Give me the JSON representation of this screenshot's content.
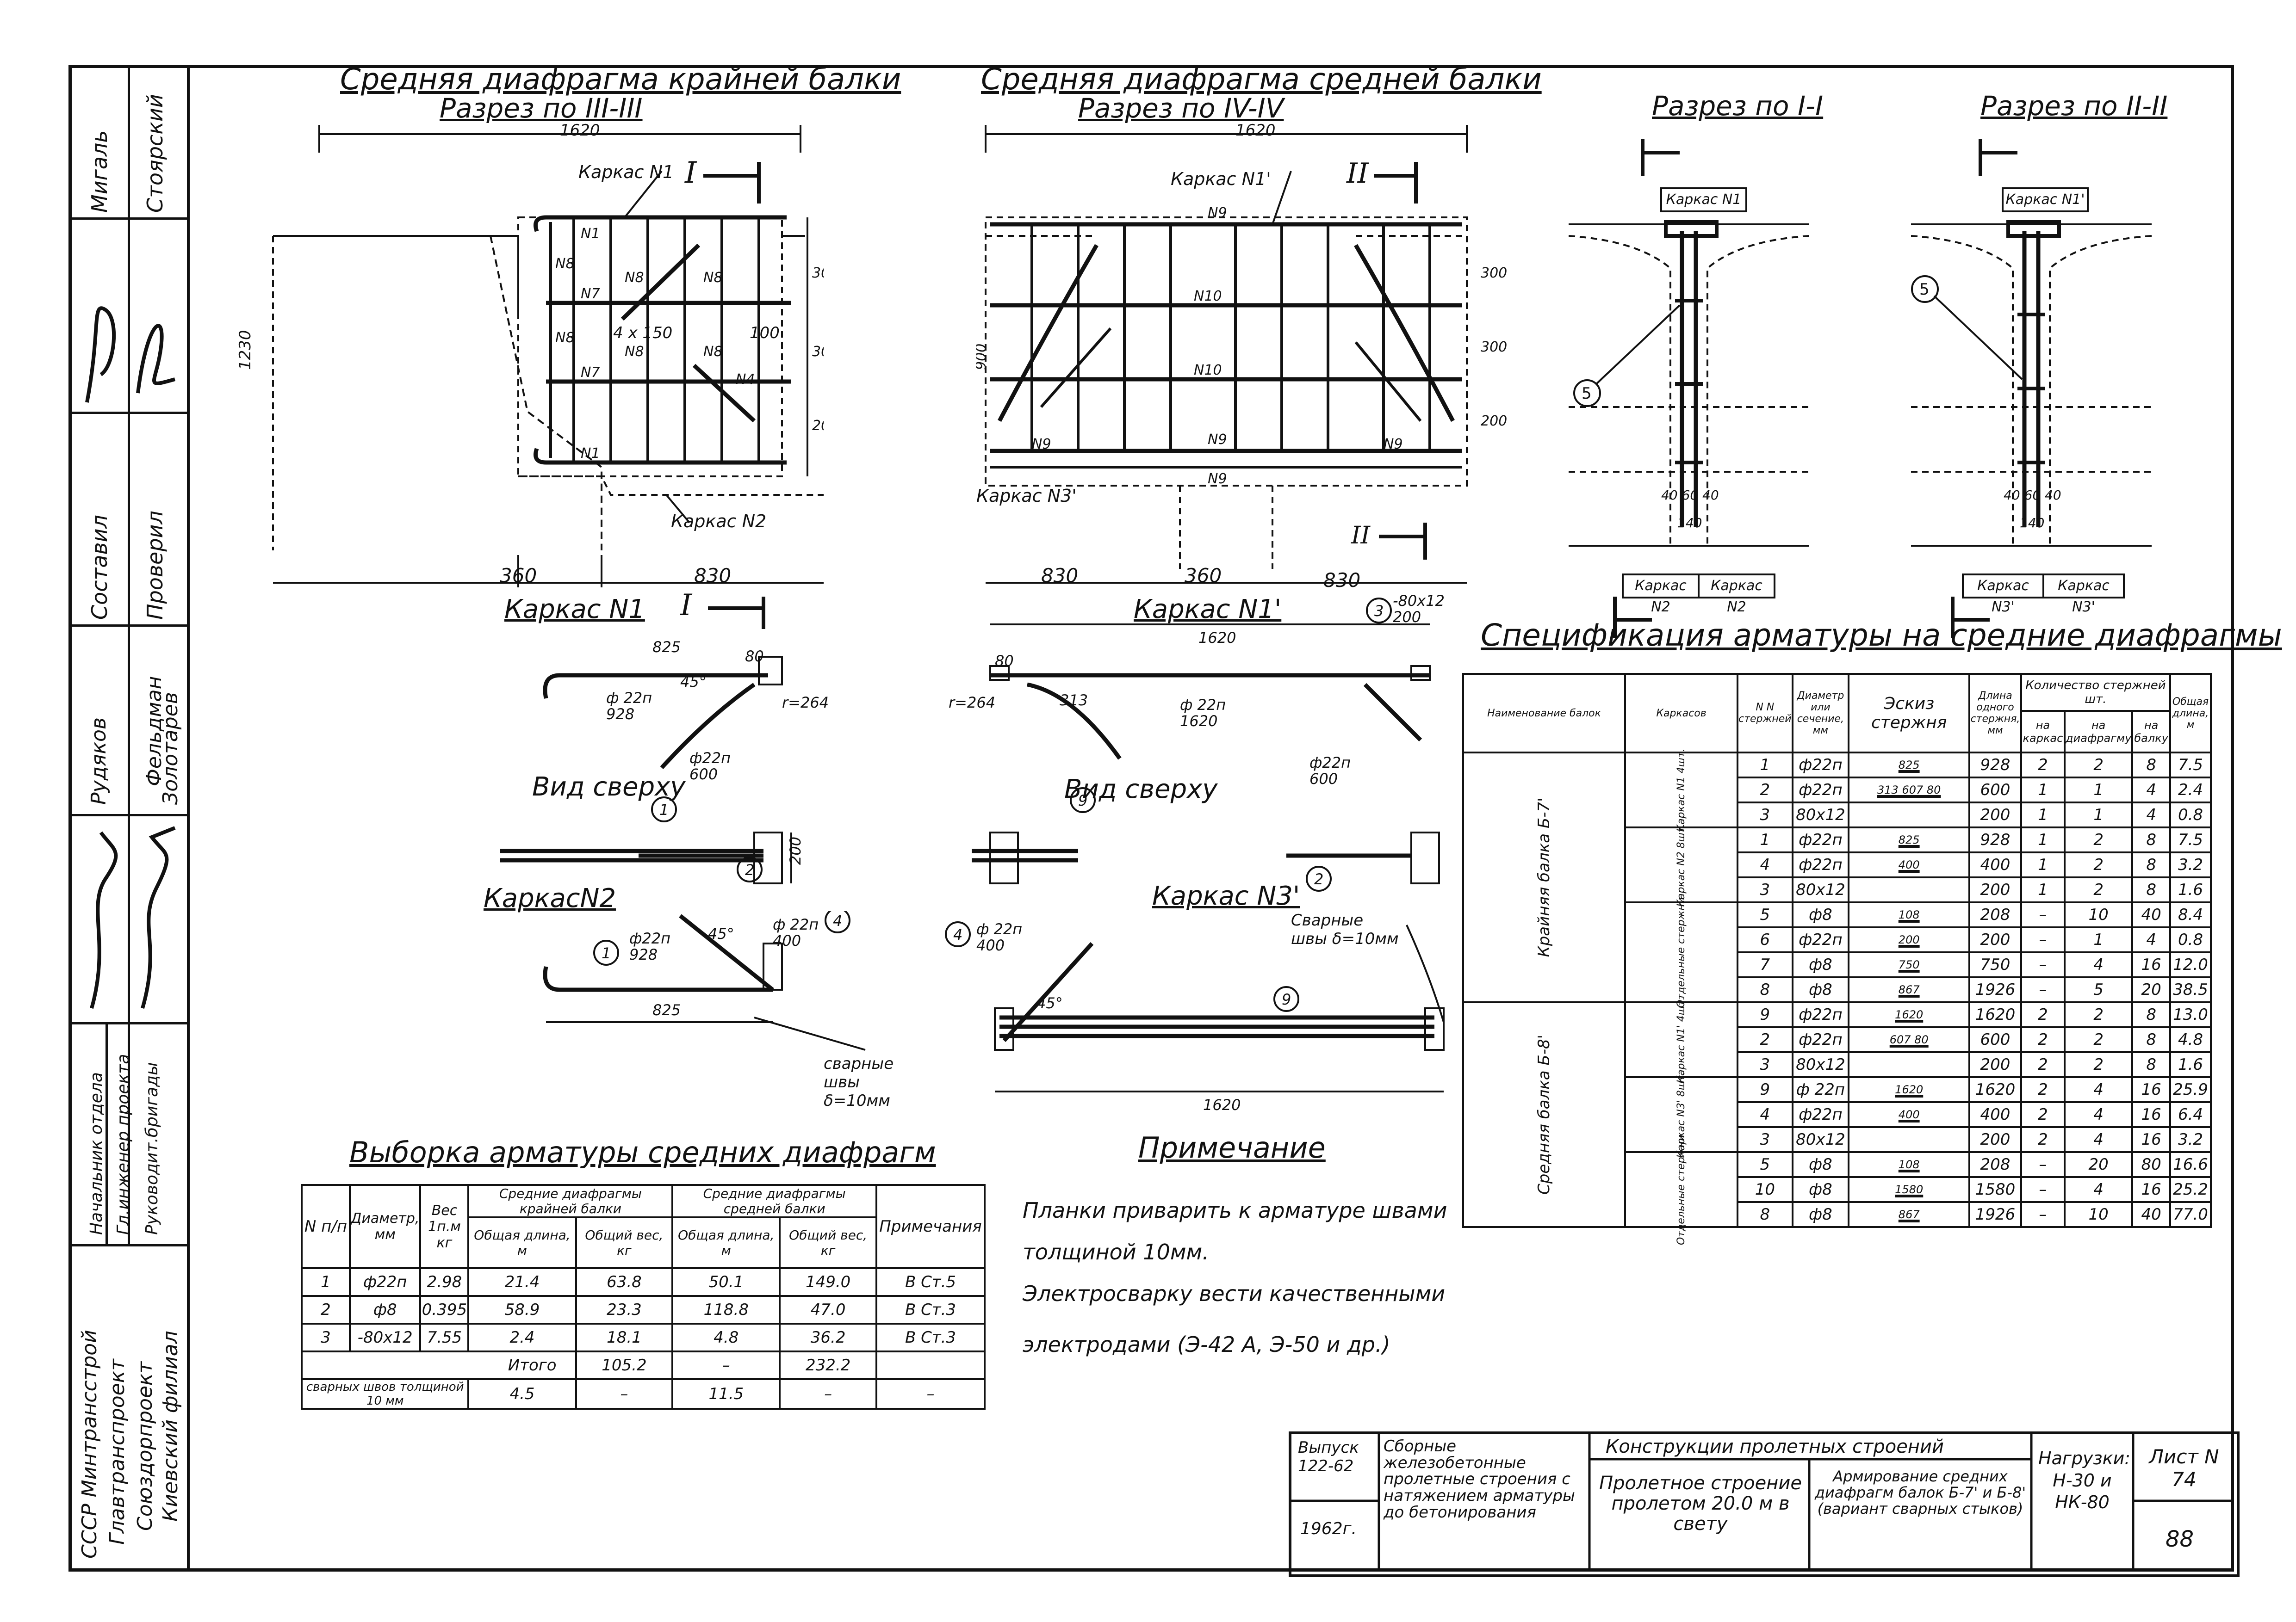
{
  "sidebar": {
    "col1": [
      "Мигаль",
      "Составил",
      "Рудяков",
      "Начальник отдела"
    ],
    "col1_extra": [
      "Гл.инженер проекта",
      "Руководит.бригады"
    ],
    "col2": [
      "Стоярский",
      "Проверил",
      "Фельдман",
      "Золотарев"
    ],
    "org": [
      "СССР Минтрансстрой",
      "Главтранспроект",
      "Союздорпроект",
      "Киевский филиал"
    ]
  },
  "views": {
    "v1_title": "Средняя диафрагма крайней балки",
    "v1_sub": "Разрез по III-III",
    "v2_title": "Средняя диафрагма средней балки",
    "v2_sub": "Разрез по IV-IV",
    "v3_title": "Разрез по I-I",
    "v4_title": "Разрез по II-II",
    "karkas_n1": "Каркас N1",
    "karkas_n1p": "Каркас N1'",
    "karkas_n2": "Каркас N2",
    "karkas_n3p": "Каркас N3'",
    "karkas_n2_box": "Каркас N2",
    "karkas_n3_box": "Каркас N3'",
    "vid_sverhu": "Вид сверху",
    "karkas_n2_title": "КаркасN2",
    "svarnye": "сварные швы δ=10мм",
    "svarnye2": "Сварные швы δ=10мм"
  },
  "dims": {
    "d1620": "1620",
    "d1230": "1230",
    "d360": "360",
    "d830": "830",
    "d300": "300",
    "d200": "200",
    "d900": "900",
    "d825": "825",
    "d928": "928",
    "d600": "600",
    "d4x150": "4 x 150",
    "d100": "100",
    "d40": "40",
    "d60": "60",
    "d140": "140",
    "d80x12": "-80x12",
    "d264": "r=264",
    "d45": "45°",
    "dphi22": "ф 22п",
    "d400": "400"
  },
  "sample_table": {
    "title": "Выборка арматуры средних диафрагм",
    "headers": [
      "N п/п",
      "Диаметр, мм",
      "Вес 1п.м кг",
      "Средние диафрагмы крайней балки",
      "Средние диафрагмы средней балки",
      "Примечания"
    ],
    "sub": [
      "Общая длина, м",
      "Общий вес, кг",
      "Общая длина, м",
      "Общий вес, кг"
    ],
    "rows": [
      [
        "1",
        "ф22п",
        "2.98",
        "21.4",
        "63.8",
        "50.1",
        "149.0",
        "В Ст.5"
      ],
      [
        "2",
        "ф8",
        "0.395",
        "58.9",
        "23.3",
        "118.8",
        "47.0",
        "В Ст.3"
      ],
      [
        "3",
        "-80x12",
        "7.55",
        "2.4",
        "18.1",
        "4.8",
        "36.2",
        "В Ст.3"
      ]
    ],
    "itogo_label": "Итого",
    "itogo": [
      "105.2",
      "–",
      "232.2"
    ],
    "weld_label": "сварных швов толщиной 10 мм",
    "weld": [
      "4.5",
      "–",
      "11.5",
      "–",
      "–"
    ]
  },
  "notes": {
    "title": "Примечание",
    "lines": [
      "Планки приварить к арматуре швами",
      "толщиной 10мм.",
      "Электросварку вести качественными",
      "электродами (Э-42 А, Э-50 и др.)"
    ]
  },
  "spec": {
    "title": "Спецификация арматуры на средние диафрагмы",
    "headers": [
      "Наименование балок",
      "Каркасов",
      "N N стержней",
      "Диаметр или сечение, мм",
      "Эскиз стержня",
      "Длина одного стержня, мм",
      "на каркас",
      "на диафрагму",
      "на балку",
      "Общая длина, м"
    ],
    "qty_header": "Количество стержней шт.",
    "group1": "Крайняя балка Б-7'",
    "group2": "Средняя балка Б-8'",
    "sub1": "Каркас N1 4шт.",
    "sub2": "Каркас N2 8шт.",
    "sub3": "Отдельные стержни",
    "sub4": "Каркас N1' 4шт.",
    "sub5": "Каркас N3' 8шт.",
    "sub6": "Отдельные стержни",
    "rows": [
      [
        "1",
        "ф22п",
        "825",
        "928",
        "2",
        "2",
        "8",
        "7.5"
      ],
      [
        "2",
        "ф22п",
        "313 607 80",
        "600",
        "1",
        "1",
        "4",
        "2.4"
      ],
      [
        "3",
        "80x12",
        "",
        "200",
        "1",
        "1",
        "4",
        "0.8"
      ],
      [
        "1",
        "ф22п",
        "825",
        "928",
        "1",
        "2",
        "8",
        "7.5"
      ],
      [
        "4",
        "ф22п",
        "400",
        "400",
        "1",
        "2",
        "8",
        "3.2"
      ],
      [
        "3",
        "80x12",
        "",
        "200",
        "1",
        "2",
        "8",
        "1.6"
      ],
      [
        "5",
        "ф8",
        "108",
        "208",
        "–",
        "10",
        "40",
        "8.4"
      ],
      [
        "6",
        "ф22п",
        "200",
        "200",
        "–",
        "1",
        "4",
        "0.8"
      ],
      [
        "7",
        "ф8",
        "750",
        "750",
        "–",
        "4",
        "16",
        "12.0"
      ],
      [
        "8",
        "ф8",
        "867",
        "1926",
        "–",
        "5",
        "20",
        "38.5"
      ],
      [
        "9",
        "ф22п",
        "1620",
        "1620",
        "2",
        "2",
        "8",
        "13.0"
      ],
      [
        "2",
        "ф22п",
        "607 80",
        "600",
        "2",
        "2",
        "8",
        "4.8"
      ],
      [
        "3",
        "80x12",
        "",
        "200",
        "2",
        "2",
        "8",
        "1.6"
      ],
      [
        "9",
        "ф 22п",
        "1620",
        "1620",
        "2",
        "4",
        "16",
        "25.9"
      ],
      [
        "4",
        "ф22п",
        "400",
        "400",
        "2",
        "4",
        "16",
        "6.4"
      ],
      [
        "3",
        "80x12",
        "",
        "200",
        "2",
        "4",
        "16",
        "3.2"
      ],
      [
        "5",
        "ф8",
        "108",
        "208",
        "–",
        "20",
        "80",
        "16.6"
      ],
      [
        "10",
        "ф8",
        "1580",
        "1580",
        "–",
        "4",
        "16",
        "25.2"
      ],
      [
        "8",
        "ф8",
        "867",
        "1926",
        "–",
        "10",
        "40",
        "77.0"
      ]
    ]
  },
  "stamp": {
    "vypusk": "Выпуск 122-62",
    "year": "1962г.",
    "desc": "Сборные железобетонные пролетные строения с натяжением арматуры до бетонирования",
    "konstr": "Конструкции пролетных строений",
    "prolet": "Пролетное строение пролетом 20.0 м в свету",
    "armir": "Армирование средних диафрагм балок Б-7' и Б-8' (вариант сварных стыков)",
    "nagruzki": "Нагрузки: Н-30 и НК-80",
    "list": "Лист N 74",
    "page": "88"
  }
}
